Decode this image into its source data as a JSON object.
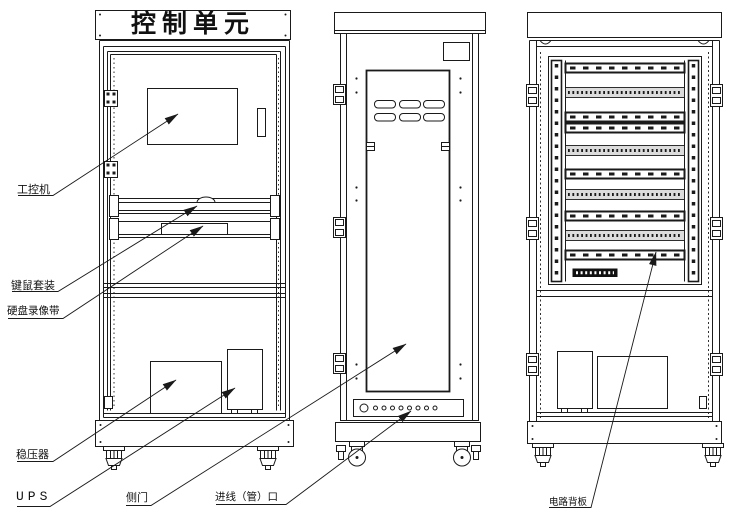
{
  "title": "控制单元",
  "labels": {
    "industrial_pc": "工控机",
    "keyboard_mouse_set": "键鼠套装",
    "hdd_video_recorder": "硬盘录像带",
    "voltage_stabilizer": "稳压器",
    "ups": "UPS",
    "side_door": "侧门",
    "cable_inlet": "进线（管）口",
    "circuit_backplane": "电路背板"
  },
  "colors": {
    "line": "#1a1a1a",
    "background": "#ffffff"
  }
}
